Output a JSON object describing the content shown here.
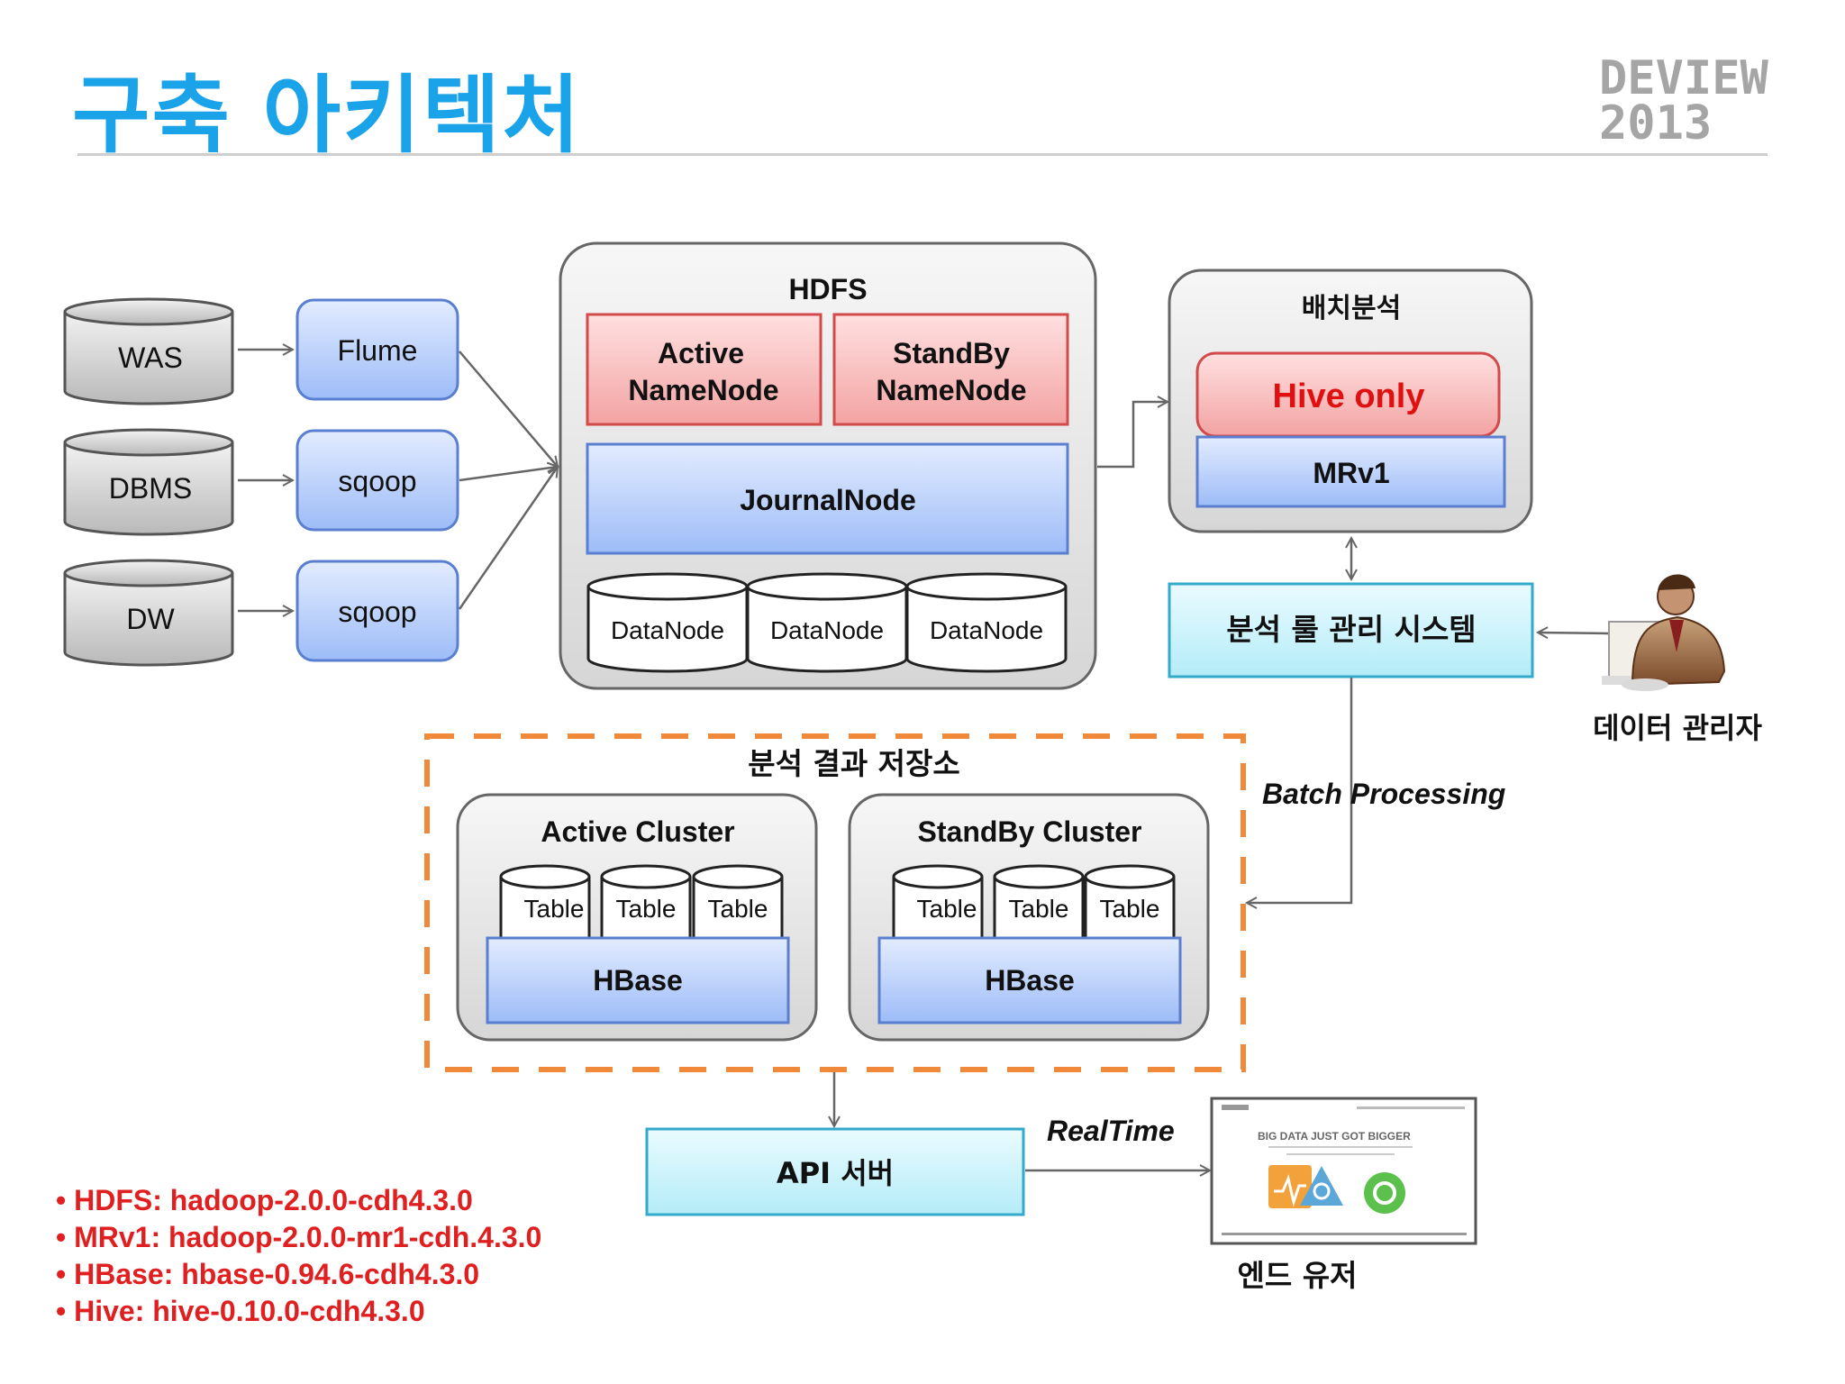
{
  "title": "구축 아키텍처",
  "logo": {
    "line1": "DEVIEW",
    "line2": "2013"
  },
  "sources": [
    "WAS",
    "DBMS",
    "DW"
  ],
  "collectors": [
    "Flume",
    "sqoop",
    "sqoop"
  ],
  "hdfs": {
    "title": "HDFS",
    "active_namenode": [
      "Active",
      "NameNode"
    ],
    "standby_namenode": [
      "StandBy",
      "NameNode"
    ],
    "journalnode": "JournalNode",
    "datanodes": [
      "DataNode",
      "DataNode",
      "DataNode"
    ]
  },
  "batch": {
    "title": "배치분석",
    "hive": "Hive only",
    "mrv1": "MRv1"
  },
  "rule_system": "분석 룰 관리 시스템",
  "data_manager": "데이터 관리자",
  "batch_processing": "Batch Processing",
  "storage": {
    "title": "분석 결과 저장소",
    "clusters": [
      {
        "title": "Active Cluster",
        "tables": [
          "Table",
          "Table",
          "Table"
        ],
        "hbase": "HBase"
      },
      {
        "title": "StandBy Cluster",
        "tables": [
          "Table",
          "Table",
          "Table"
        ],
        "hbase": "HBase"
      }
    ]
  },
  "api_server": "API 서버",
  "realtime": "RealTime",
  "end_user": "엔드 유저",
  "web_thumb": {
    "headline": "BIG DATA JUST GOT BIGGER"
  },
  "versions": [
    "HDFS: hadoop-2.0.0-cdh4.3.0",
    "MRv1: hadoop-2.0.0-mr1-cdh.4.3.0",
    "HBase: hbase-0.94.6-cdh4.3.0",
    "Hive: hive-0.10.0-cdh4.3.0"
  ],
  "colors": {
    "title": "#1aa3e8",
    "hive_text": "#e01010",
    "versions_text": "#e02020",
    "dashed_border": "#f08a3a"
  }
}
